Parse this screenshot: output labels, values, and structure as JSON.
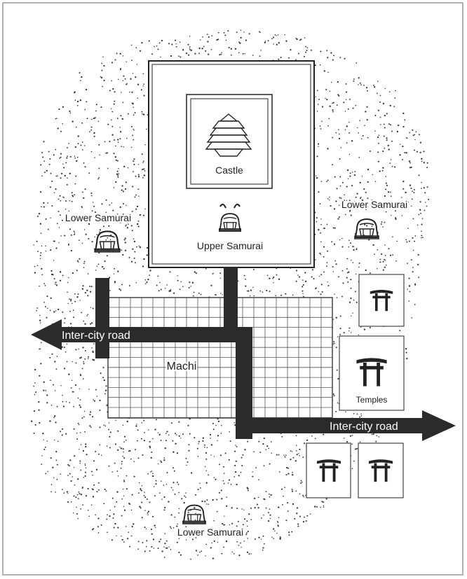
{
  "labels": {
    "castle": "Castle",
    "upper_samurai": "Upper Samurai",
    "lower_samurai_left": "Lower Samurai",
    "lower_samurai_right": "Lower Samurai",
    "lower_samurai_bottom": "Lower Samurai",
    "machi": "Machi",
    "road_west": "Inter-city road",
    "road_east": "Inter-city road",
    "temples": "Temples"
  },
  "colors": {
    "ink": "#222222",
    "road": "#2b2b2b",
    "dots": "#333333",
    "grid_line": "#555555",
    "frame": "#9a9a9a"
  },
  "icons": {
    "castle": "pagoda-castle-icon",
    "samurai": "samurai-helmet-icon",
    "temple": "torii-gate-icon"
  },
  "temple_count": 4,
  "samurai_count": 4
}
